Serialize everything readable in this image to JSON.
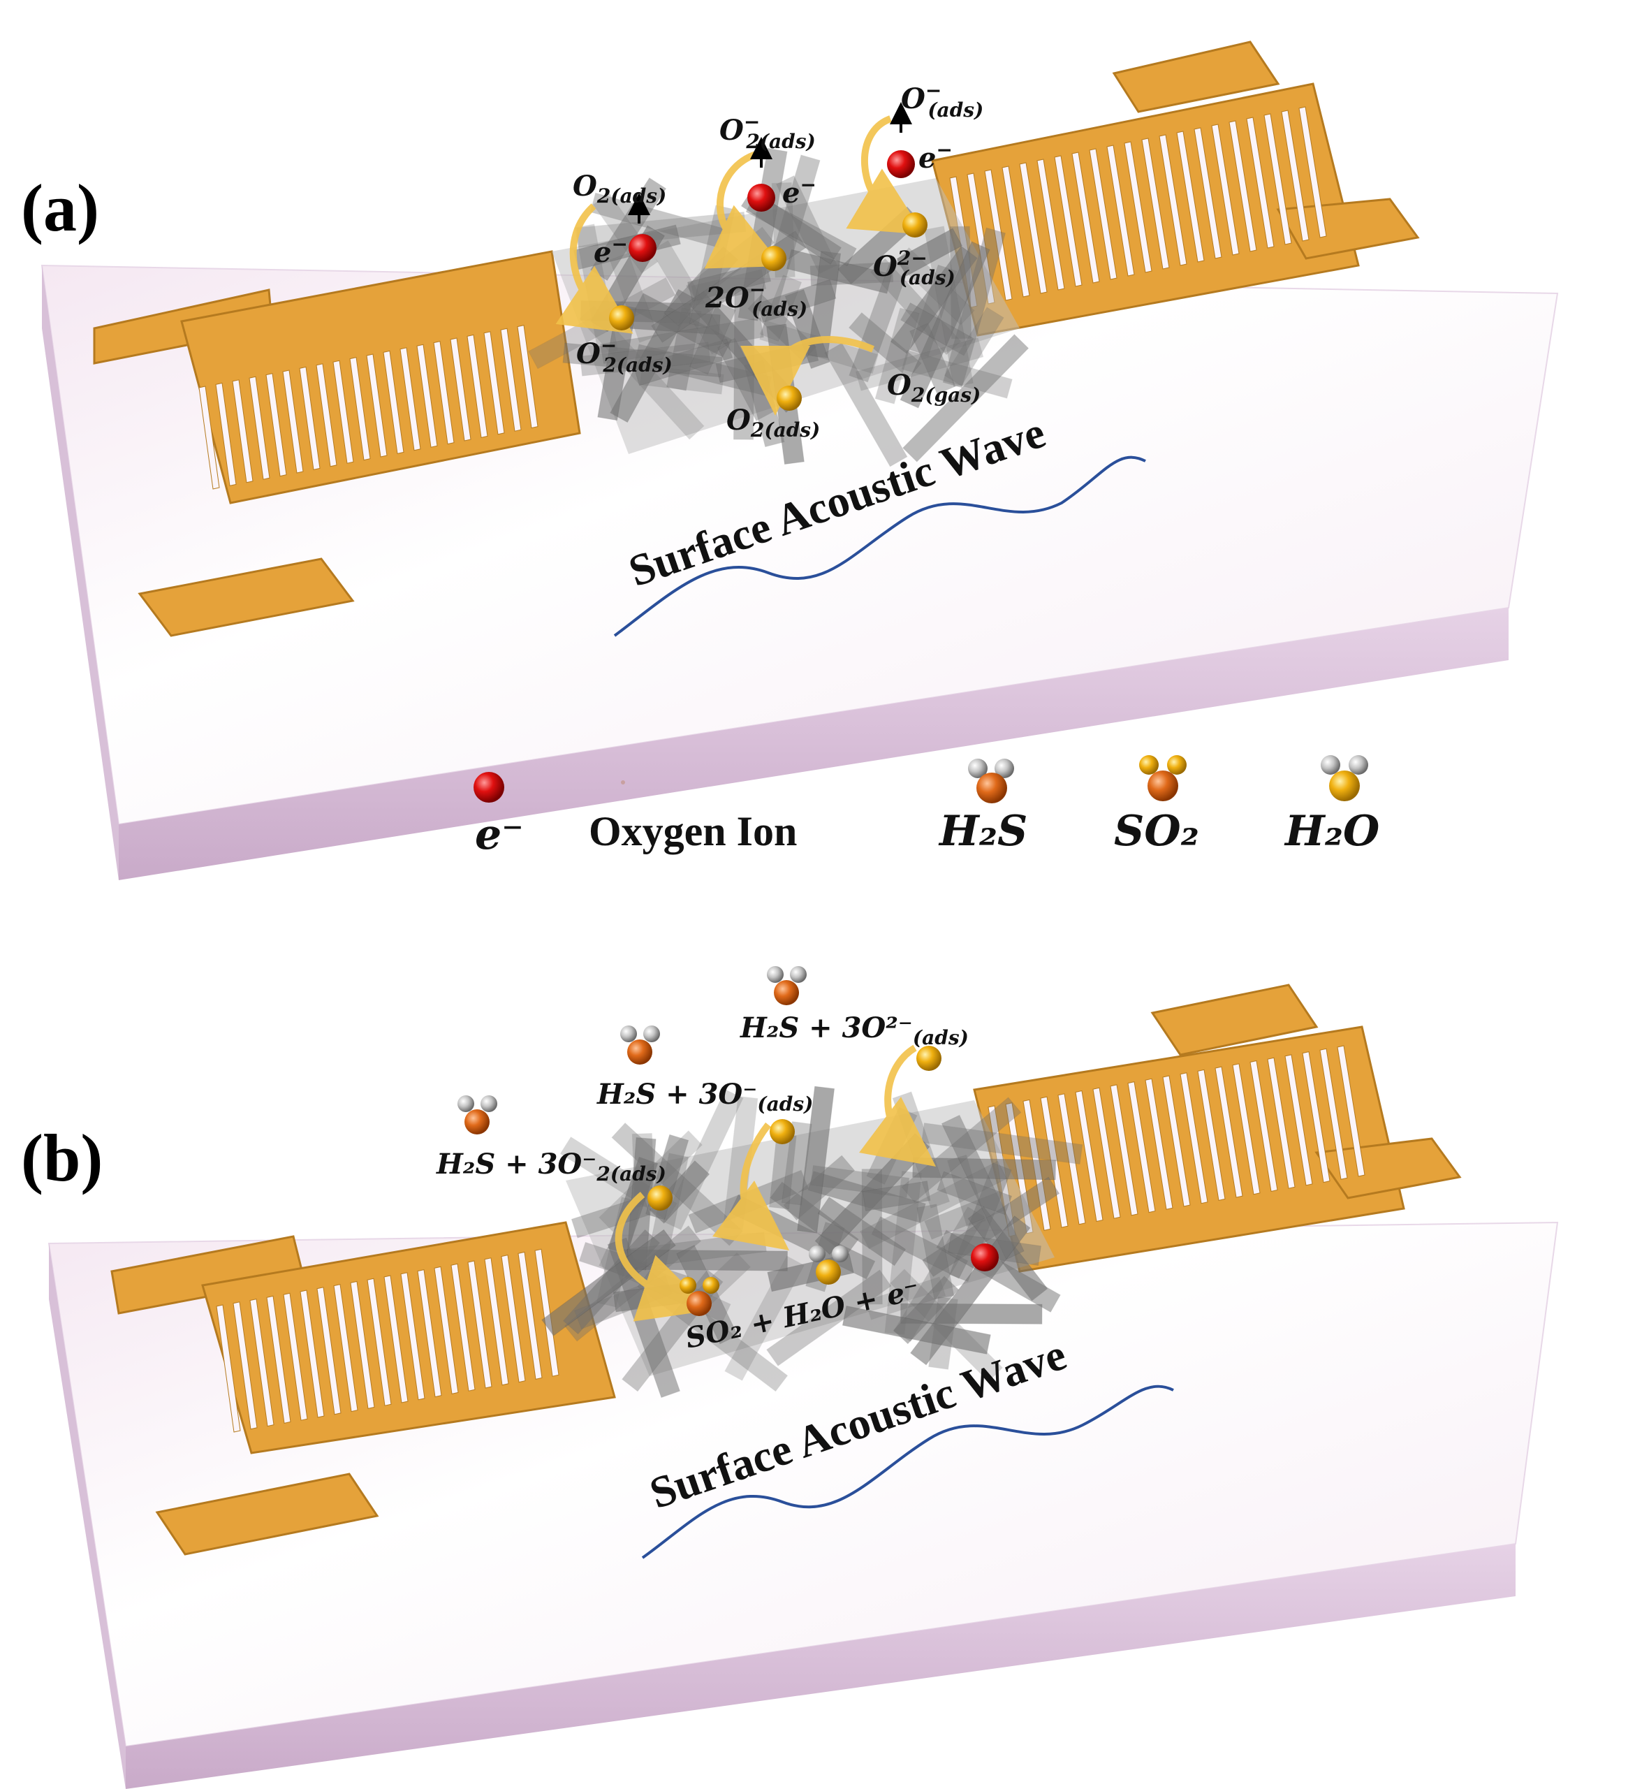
{
  "panels": [
    {
      "label": "(a)",
      "saw_label": "Surface Acoustic Wave",
      "reactions": [
        {
          "base": "O",
          "sub": "2(ads)",
          "sup": ""
        },
        {
          "base": "e",
          "sub": "",
          "sup": "−"
        },
        {
          "base": "O",
          "sub": "2(ads)",
          "sup": "−"
        },
        {
          "base": "e",
          "sub": "",
          "sup": "−"
        },
        {
          "base": "2O",
          "sub": "(ads)",
          "sup": "−"
        },
        {
          "base": "O",
          "sub": "(ads)",
          "sup": "−"
        },
        {
          "base": "e",
          "sub": "",
          "sup": "−"
        },
        {
          "base": "O",
          "sub": "(ads)",
          "sup": "2−"
        },
        {
          "base": "O",
          "sub": "2(ads)",
          "sup": "−"
        },
        {
          "base": "O",
          "sub": "2(gas)",
          "sup": ""
        },
        {
          "base": "O",
          "sub": "2(ads)",
          "sup": ""
        }
      ]
    },
    {
      "label": "(b)",
      "saw_label": "Surface Acoustic Wave",
      "reactions": [
        {
          "text": "H₂S + 3O²⁻",
          "sub": "(ads)"
        },
        {
          "text": "H₂S + 3O⁻",
          "sub": "(ads)"
        },
        {
          "text": "H₂S + 3O⁻",
          "sub": "2(ads)"
        },
        {
          "text": "SO₂ + H₂O + e⁻",
          "sub": ""
        }
      ]
    }
  ],
  "legend": {
    "items": [
      {
        "label": "e⁻",
        "icon": "electron-icon"
      },
      {
        "label": "Oxygen Ion",
        "icon": "oxygen-ion-icon"
      },
      {
        "label": "H₂S",
        "icon": "h2s-molecule-icon"
      },
      {
        "label": "SO₂",
        "icon": "so2-molecule-icon"
      },
      {
        "label": "H₂O",
        "icon": "h2o-molecule-icon"
      }
    ]
  },
  "colors": {
    "substrate_top": "#fdf7fb",
    "substrate_side": "#dcc6dc",
    "electrode": "#e5a23a",
    "electrode_dark": "#b57a1f",
    "film": "#7c7c7c",
    "electron": "#e01010",
    "oxygen": "#f0b010",
    "sulfur": "#e06a1a",
    "hydrogen": "#b8b8b8",
    "wave": "#2a4f9a",
    "arrow": "#f2c24a"
  }
}
